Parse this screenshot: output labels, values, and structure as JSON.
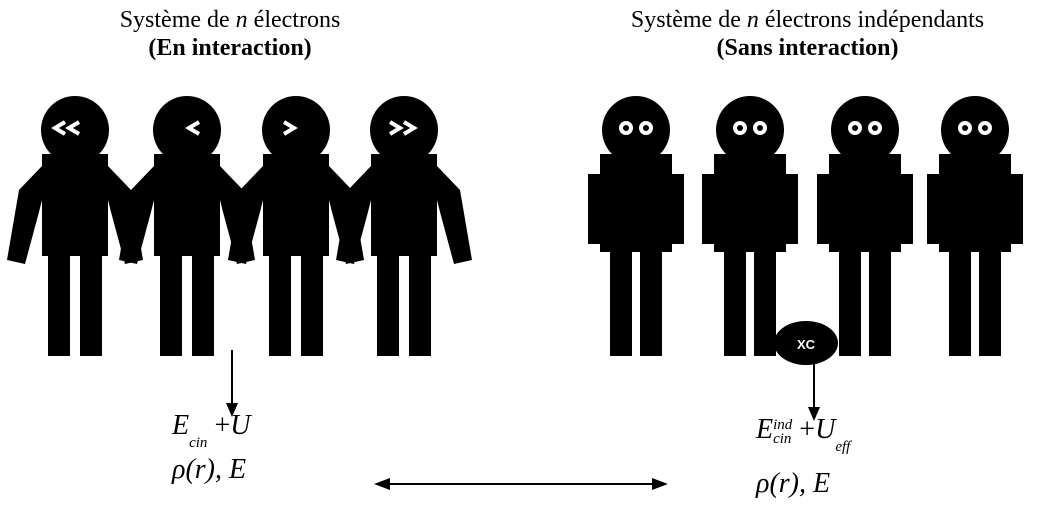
{
  "left": {
    "title_line1_a": "Système de ",
    "title_n": "n",
    "title_line1_b": " électrons",
    "title_line2": "(En interaction)",
    "energy_E": "E",
    "energy_E_sub": "cin",
    "energy_plus": "+",
    "energy_U": "U",
    "density": "ρ(r), E"
  },
  "right": {
    "title_line1_a": "Système de ",
    "title_n": "n",
    "title_line1_b": " électrons indépendants",
    "title_line2": "(Sans interaction)",
    "energy_E": "E",
    "energy_E_sub": "cin",
    "energy_E_sup": "ind",
    "energy_plus": "+",
    "energy_U": "U",
    "energy_U_sub": "eff",
    "density": "ρ(r), E",
    "xc_label": "XC"
  }
}
